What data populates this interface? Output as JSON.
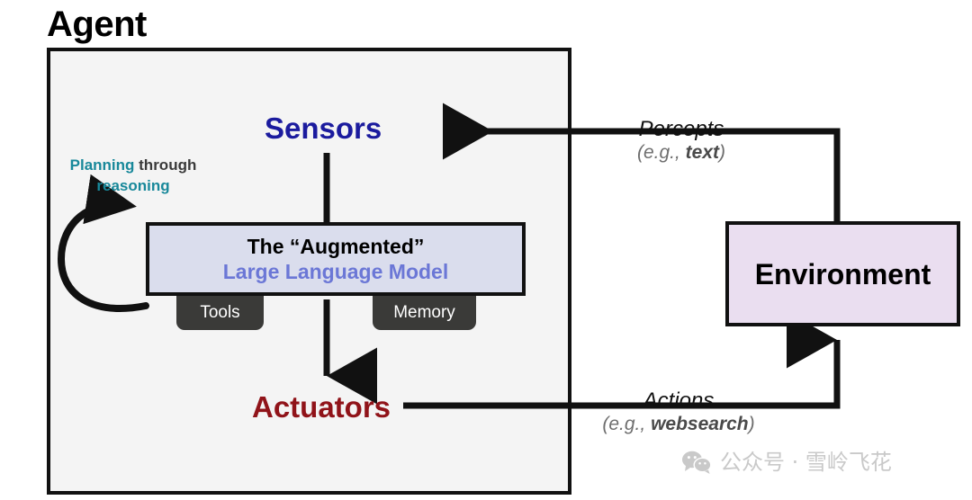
{
  "diagram": {
    "title": "Agent",
    "agent": {
      "sensors_label": "Sensors",
      "actuators_label": "Actuators",
      "planning": {
        "word1": "Planning",
        "word2": " through",
        "word3": "reasoning"
      },
      "llm": {
        "line1": "The “Augmented”",
        "line2": "Large Language Model"
      },
      "tools_label": "Tools",
      "memory_label": "Memory"
    },
    "environment": {
      "label": "Environment"
    },
    "flows": {
      "percepts": {
        "title": "Percepts",
        "example_prefix": "(e.g., ",
        "example_value": "text",
        "example_suffix": ")"
      },
      "actions": {
        "title": "Actions",
        "example_prefix": "(e.g., ",
        "example_value": "websearch",
        "example_suffix": ")"
      }
    },
    "colors": {
      "sensors": "#1b1b9e",
      "actuators": "#901319",
      "planning_accent": "#18889a",
      "llm_fill": "#dadded",
      "llm_text_accent": "#6b77d6",
      "environment_fill": "#eadef0",
      "agent_fill": "#f4f4f4",
      "tab_fill": "#3a3a38",
      "stroke": "#111111"
    }
  },
  "watermark": {
    "text": "公众号 · 雪岭飞花"
  }
}
